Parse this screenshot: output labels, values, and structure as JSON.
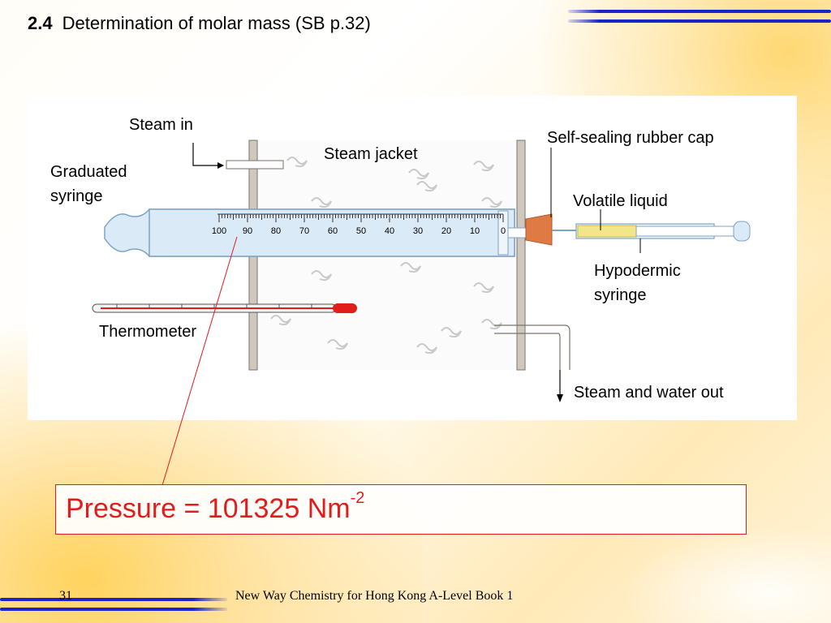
{
  "slide": {
    "section_number": "2.4",
    "title": "Determination of molar mass (SB p.32)",
    "page_number": "31",
    "book_title": "New Way Chemistry for Hong Kong A-Level Book 1"
  },
  "diagram": {
    "labels": {
      "steam_in": "Steam in",
      "steam_jacket": "Steam jacket",
      "graduated_syringe_line1": "Graduated",
      "graduated_syringe_line2": "syringe",
      "self_sealing_cap": "Self-sealing rubber cap",
      "volatile_liquid": "Volatile liquid",
      "hypodermic_line1": "Hypodermic",
      "hypodermic_line2": "syringe",
      "thermometer": "Thermometer",
      "steam_water_out": "Steam and water out"
    },
    "scale_ticks": [
      "100",
      "90",
      "80",
      "70",
      "60",
      "50",
      "40",
      "30",
      "20",
      "10",
      "0"
    ]
  },
  "annotation": {
    "pressure_label": "Pressure = 101325 Nm",
    "pressure_exponent": "-2"
  },
  "colors": {
    "accent_red": "#e21b1b",
    "stripe_blue": "#1a24c8",
    "syringe_fill": "#dbeaf7",
    "rubber_cap": "#e07a45",
    "liquid": "#f3e58a"
  }
}
